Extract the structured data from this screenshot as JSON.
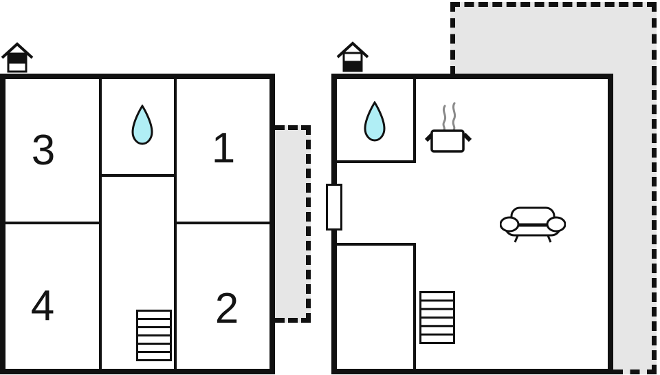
{
  "colors": {
    "wall": "#111111",
    "terrace_fill": "#e6e6e6",
    "water_drop_fill": "#b0eef5",
    "steam": "#8a8a8a",
    "background": "#ffffff"
  },
  "left_building": {
    "name": "floor-plan-left-unit",
    "rooms": [
      {
        "id": "room-3",
        "label": "3"
      },
      {
        "id": "room-1",
        "label": "1"
      },
      {
        "id": "room-4",
        "label": "4"
      },
      {
        "id": "room-2",
        "label": "2"
      }
    ],
    "icons": [
      "fireplace-icon",
      "water-drop-icon",
      "stairs-icon"
    ]
  },
  "right_building": {
    "name": "floor-plan-right-unit",
    "icons": [
      "fireplace-icon",
      "water-drop-icon",
      "hotplate-icon",
      "sofa-icon",
      "stairs-icon",
      "window-icon"
    ]
  }
}
